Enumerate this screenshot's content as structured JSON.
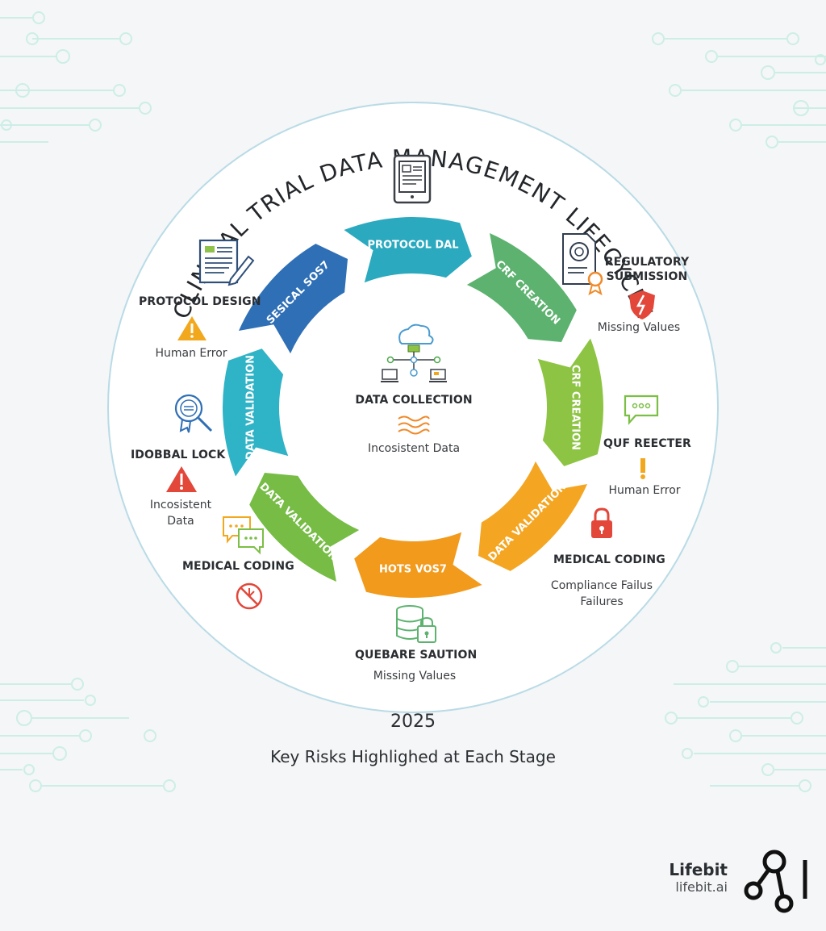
{
  "title": "CLINICAL TRIAL DATA MANAGEMENT LIFECYCLE",
  "segments": [
    {
      "label": "CRF CREATION",
      "color": "#5cb26e"
    },
    {
      "label": "CRF CREATION",
      "color": "#8dc443"
    },
    {
      "label": "DATA VALIDATION",
      "color": "#f4a623"
    },
    {
      "label": "HOTS VOS7",
      "color": "#f29a1c"
    },
    {
      "label": "DATA VALIDATION",
      "color": "#76bc45"
    },
    {
      "label": "DATA VALIDATION",
      "color": "#2fb3c6"
    },
    {
      "label": "SESICAL SOS7",
      "color": "#2f6fb6"
    },
    {
      "label": "PROTOCOL DAL",
      "color": "#2aa9bf"
    }
  ],
  "center": {
    "stage": "DATA COLLECTION",
    "risk": "Incosistent Data"
  },
  "stages": [
    {
      "id": "protocol-design",
      "name": "PROTOCOL DESIGN",
      "risk": "Human Error"
    },
    {
      "id": "regulatory-submission",
      "name_line1": "REGULATORY",
      "name_line2": "SUBMISSION",
      "risk": "Missing Values"
    },
    {
      "id": "idobbal-lock",
      "name": "IDOBBAL LOCK",
      "risk_line1": "Incosistent",
      "risk_line2": "Data"
    },
    {
      "id": "quf-reecter",
      "name": "QUF REECTER",
      "risk": "Human Error"
    },
    {
      "id": "medical-coding-left",
      "name": "MEDICAL CODING"
    },
    {
      "id": "medical-coding-right",
      "name": "MEDICAL CODING",
      "risk_line1": "Compliance Failus",
      "risk_line2": "Failures"
    },
    {
      "id": "quebare-saution",
      "name": "QUEBARE SAUTION",
      "risk": "Missing Values"
    }
  ],
  "footer": {
    "year": "2025",
    "caption": "Key Risks Highlighed at Each Stage"
  },
  "brand": {
    "name": "Lifebit",
    "url": "lifebit.ai"
  },
  "icons": [
    "tablet-icon",
    "document-pen-icon",
    "certificate-document-icon",
    "warning-triangle-icon",
    "shield-alert-icon",
    "cloud-network-icon",
    "wave-icon",
    "badge-search-icon",
    "alert-triangle-icon",
    "chat-bubble-icon",
    "exclamation-icon",
    "chat-bubbles-icon",
    "padlock-icon",
    "no-entry-icon",
    "database-lock-icon",
    "lifebit-logo-icon"
  ],
  "colors": {
    "warning": "#f2a81d",
    "danger": "#e2473a",
    "accent": "#1c9c8f"
  }
}
